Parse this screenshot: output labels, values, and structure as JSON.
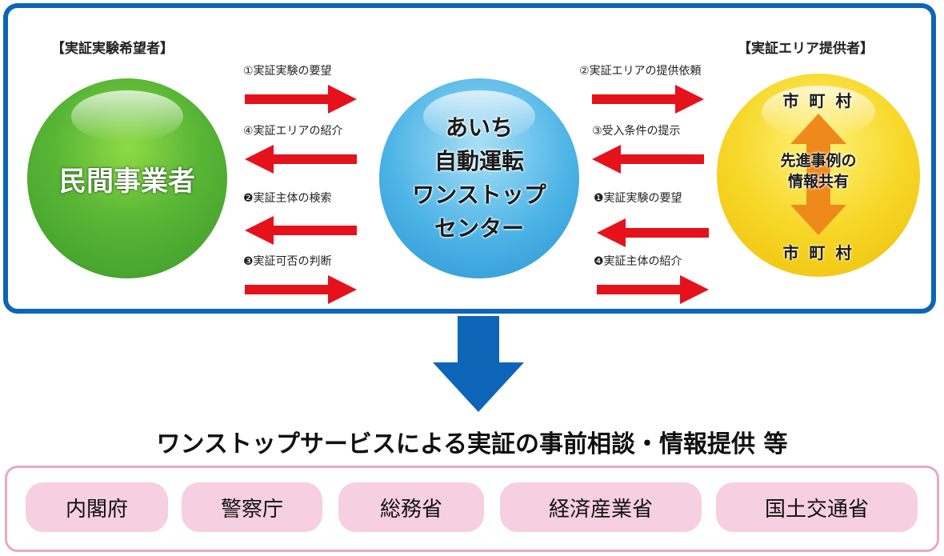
{
  "roles": {
    "left": "【実証実験希望者】",
    "right": "【実証エリア提供者】"
  },
  "steps_left": [
    "①実証実験の要望",
    "④実証エリアの紹介",
    "❷実証主体の検索",
    "❸実証可否の判断"
  ],
  "steps_right": [
    "②実証エリアの提供依頼",
    "③受入条件の提示",
    "❶実証実験の要望",
    "❹実証主体の紹介"
  ],
  "left_circle": {
    "label": "民間事業者"
  },
  "center_circle": {
    "lines": [
      "あいち",
      "自動運転",
      "ワンストップ",
      "センター"
    ]
  },
  "right_circle": {
    "top": "市 町 村",
    "middle_lines": [
      "先進事例の",
      "情報共有"
    ],
    "bottom": "市 町 村"
  },
  "service_title": "ワンストップサービスによる実証の事前相談・情報提供 等",
  "agencies": [
    "内閣府",
    "警察庁",
    "総務省",
    "経済産業省",
    "国土交通省"
  ],
  "colors": {
    "frame_blue": "#0d65b8",
    "arrow_red": "#e5121b",
    "left_green": "#58b535",
    "center_blue": "#4db4e6",
    "right_yellow": "#f7d82a",
    "updown_orange": "#ee8a1c",
    "agency_pink": "#f6cfe0"
  }
}
